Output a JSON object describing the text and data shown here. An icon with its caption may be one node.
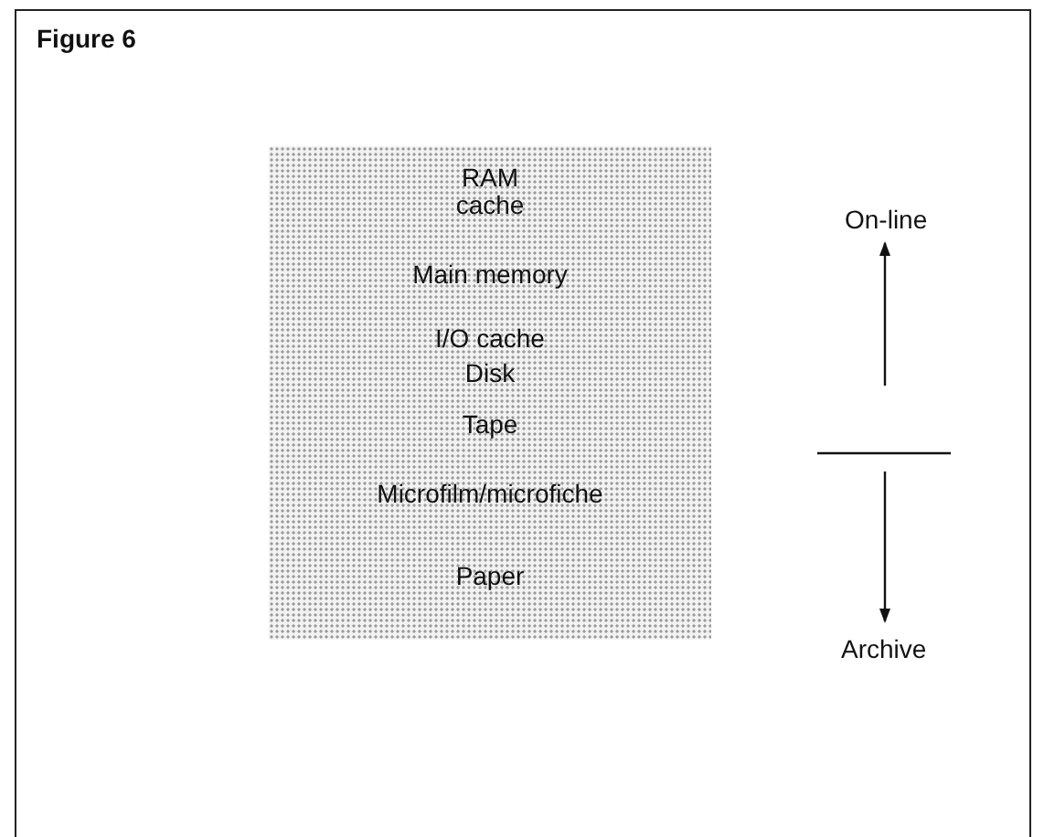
{
  "diagram": {
    "title": "Figure 6",
    "nodes": [
      {
        "text": [
          "RAM cache",
          "Main memory",
          "I/O cache",
          "Disk",
          "Tape",
          "Microfilm/microfiche",
          "Paper"
        ]
      }
    ],
    "labels": [
      "On-line",
      "Archive"
    ]
  }
}
